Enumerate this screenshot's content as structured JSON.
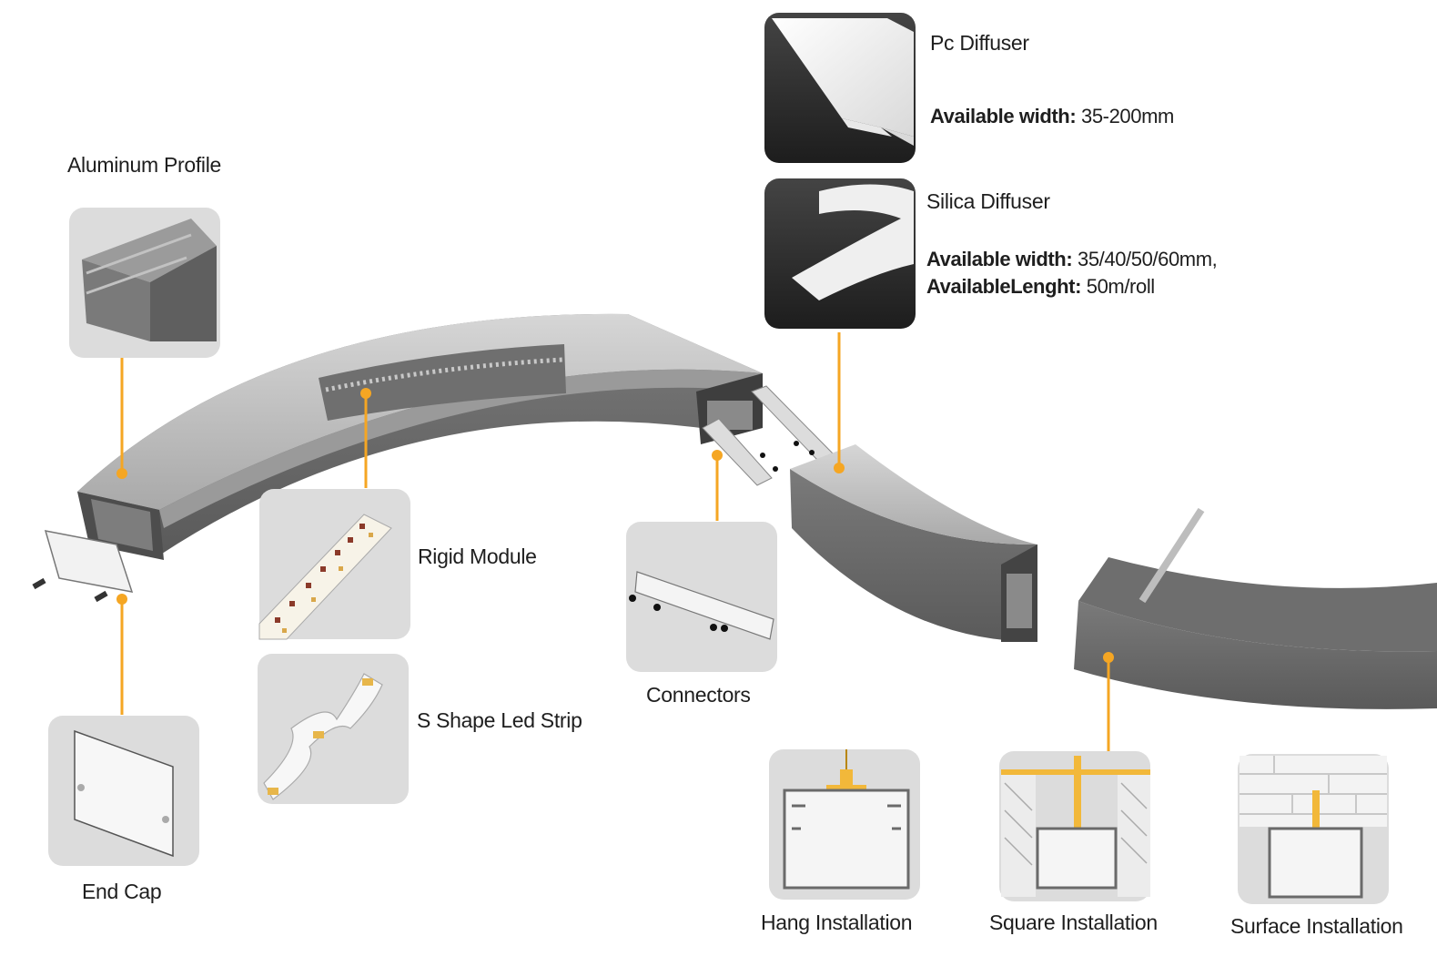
{
  "labels": {
    "aluminum_profile": "Aluminum Profile",
    "end_cap": "End Cap",
    "rigid_module": "Rigid Module",
    "s_shape": "S Shape Led Strip",
    "connectors": "Connectors",
    "hang": "Hang Installation",
    "square": "Square Installation",
    "surface": "Surface Installation"
  },
  "pc_diffuser": {
    "title": "Pc Diffuser",
    "width_label": "Available width:",
    "width_value": "35-200mm"
  },
  "silica_diffuser": {
    "title": "Silica Diffuser",
    "width_label": "Available width:",
    "width_value": "35/40/50/60mm,",
    "length_label": "AvailableLenght:",
    "length_value": "50m/roll"
  },
  "colors": {
    "callout": "#f5a623",
    "profile_dark": "#6b6b6b",
    "profile_mid": "#8c8c8c",
    "diffuser": "#c9c9c9",
    "card_bg": "#dcdcdc",
    "dark_card": "#2b2b2b"
  }
}
